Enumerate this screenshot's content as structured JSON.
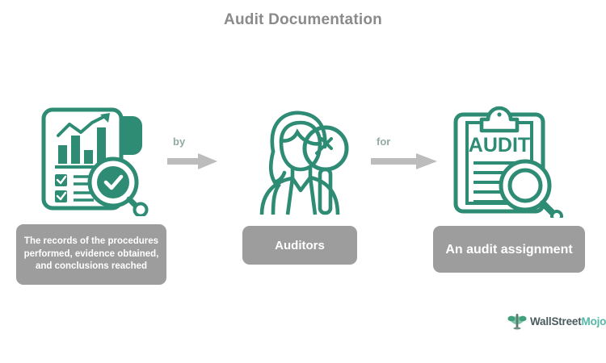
{
  "header": {
    "title": "Audit Documentation"
  },
  "colors": {
    "icon_teal": "#2e8b74",
    "icon_teal_light": "#55b79c",
    "caption_gray": "#9d9d9d",
    "title_gray": "#8a8a8a",
    "arrow_gray": "#b9b9b9",
    "connector_label": "#93ab9f",
    "brand_primary": "#4a5a5f",
    "brand_accent": "#56b8a6",
    "background": "#ffffff"
  },
  "diagram": {
    "type": "horizontal-flow",
    "stages": [
      {
        "id": "records",
        "icon_name": "audit-report-chart-checklist-magnifier-icon",
        "caption": "The records of the procedures performed, evidence obtained, and conclusions reached"
      },
      {
        "id": "auditors",
        "icon_name": "auditor-person-magnifier-icon",
        "caption": "Auditors"
      },
      {
        "id": "assignment",
        "icon_name": "audit-clipboard-magnifier-icon",
        "caption": "An audit assignment",
        "icon_text": "AUDIT"
      }
    ],
    "connectors": [
      {
        "id": "by",
        "label": "by",
        "icon_name": "arrow-right-icon"
      },
      {
        "id": "for",
        "label": "for",
        "icon_name": "arrow-right-icon"
      }
    ]
  },
  "brand": {
    "logo_icon_name": "wallstreetmojo-logo-icon",
    "name_primary": "WallStreet",
    "name_accent": "Mojo"
  }
}
